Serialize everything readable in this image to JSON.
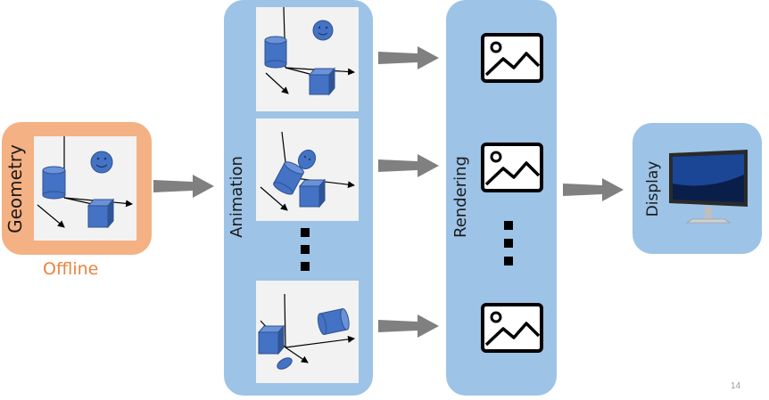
{
  "stages": {
    "geometry": {
      "label": "Geometry"
    },
    "offline_label": "Offline",
    "animation": {
      "label": "Animation"
    },
    "rendering": {
      "label": "Rendering"
    },
    "display": {
      "label": "Display"
    }
  },
  "page_number": "14",
  "colors": {
    "geometry_panel": "#f4b183",
    "offline_text": "#e8843f",
    "blue_panel": "#9dc3e6",
    "scene_bg": "#f2f2f2",
    "shape_fill": "#4472c4",
    "arrow": "#808080"
  },
  "icons": [
    "image-icon",
    "monitor-icon",
    "cylinder-icon",
    "cube-icon",
    "smiley-sphere-icon",
    "axes-icon",
    "ellipsis-icon"
  ]
}
